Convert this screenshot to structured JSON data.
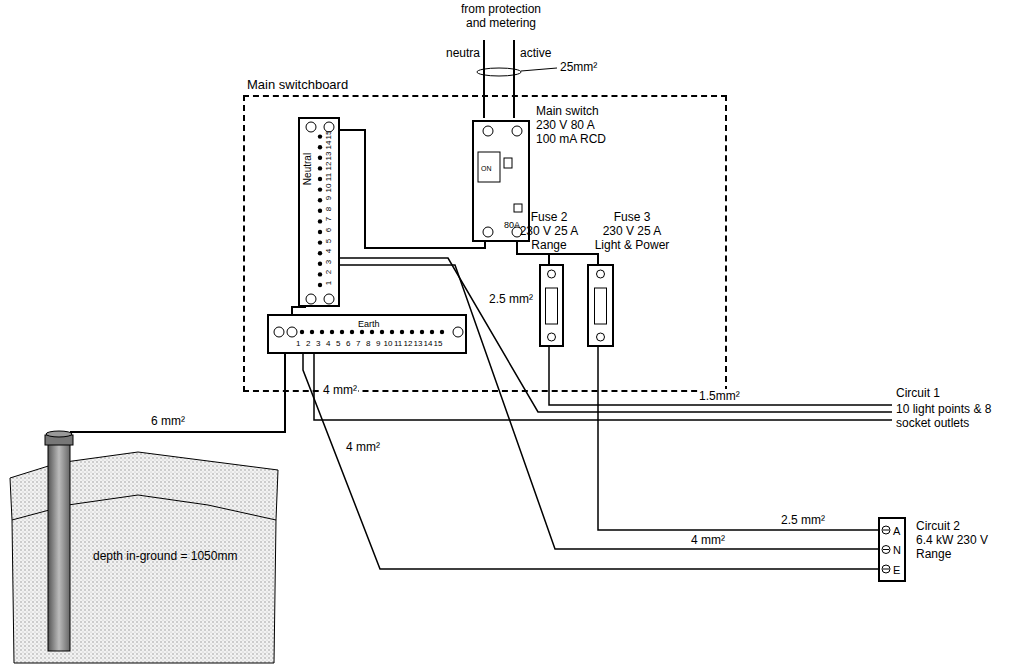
{
  "diagram": {
    "nodes": [
      {
        "text": [
          "Main switchboard"
        ]
      },
      {
        "text": [
          "Neutral"
        ],
        "in": 0
      },
      {
        "text": [
          "Main switch 230 V 80 A 100 mA RCD",
          "80A",
          "ON"
        ],
        "in": 0
      },
      {
        "text": [
          "Fuse 2",
          "230 V 25 A Range"
        ],
        "in": 0
      },
      {
        "text": [
          "Fuse 3",
          "230 V 25 A Light & Power"
        ],
        "in": 0
      },
      {
        "text": [
          "Earth"
        ],
        "in": 0
      },
      {
        "text": [
          "A",
          "N",
          "E",
          "Circuit 2",
          "6.4 kW 230 V Range"
        ]
      },
      {
        "text": [
          "depth in-ground = 1050mm"
        ]
      }
    ],
    "edges": [
      {
        "from": 2,
        "to": 3,
        "arrow": "none"
      },
      {
        "from": 2,
        "to": 4,
        "arrow": "none"
      },
      {
        "from": 2,
        "to": 1,
        "arrow": "none"
      },
      {
        "from": 1,
        "to": 5,
        "arrow": "none"
      },
      {
        "from": 5,
        "to": 7,
        "label": "6 mm²",
        "arrow": "none"
      },
      {
        "from": 4,
        "to": 6,
        "label": "2.5 mm²",
        "arrow": "none"
      },
      {
        "from": 1,
        "to": 6,
        "label": "4 mm²",
        "arrow": "none"
      },
      {
        "from": 5,
        "to": 6,
        "label": "4 mm²",
        "arrow": "none"
      }
    ],
    "labels": [
      "from protection and metering",
      "neutra",
      "active",
      "25mm²",
      "2.5 mm²",
      "1.5mm²",
      "4 mm²",
      "Circuit 1",
      "10 light points & 8 socket outlets",
      "1",
      "2",
      "3",
      "4",
      "5",
      "6",
      "7",
      "8",
      "9",
      "10",
      "11",
      "12",
      "13",
      "14",
      "15",
      "1",
      "2",
      "3",
      "4",
      "5",
      "6",
      "7",
      "8",
      "9",
      "10",
      "11",
      "12",
      "13",
      "14",
      "15"
    ]
  }
}
